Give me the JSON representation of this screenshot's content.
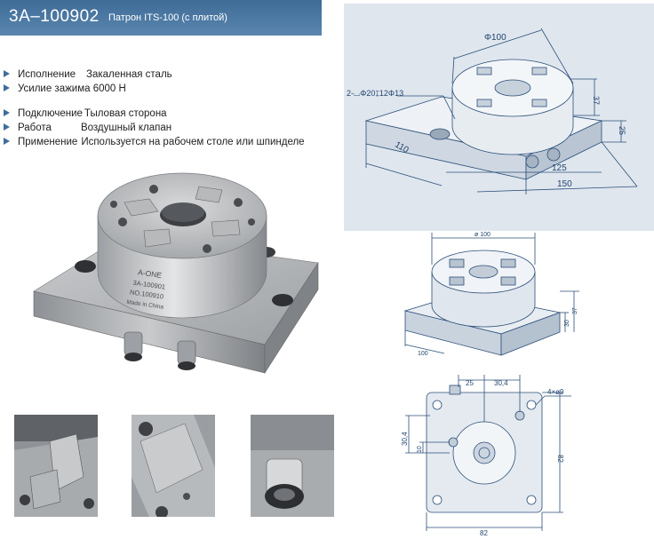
{
  "header": {
    "code": "3A–100902",
    "title": "Патрон ITS-100 (с плитой)"
  },
  "specs": [
    {
      "label": "Исполнение",
      "value": "Закаленная сталь"
    },
    {
      "label": "Усилие зажима 6000 Н",
      "value": ""
    },
    {
      "label": "Подключение",
      "value": "Тыловая сторона"
    },
    {
      "label": "Работа",
      "value": "Воздушный клапан"
    },
    {
      "label": "Применение",
      "value": "Используется на рабочем столе или шпинделе"
    }
  ],
  "photo": {
    "brand": "A-ONE",
    "model": "3A-100901",
    "serial": "NO.100910",
    "origin": "Made in China"
  },
  "iso_drawing": {
    "dim_diameter": "Φ100",
    "dim_hole": "2-⌴Φ20↧12Φ13",
    "dim_height": "37",
    "dim_plate": "25",
    "dim_depth": "110",
    "dim_inner_width": "125",
    "dim_width": "150"
  },
  "persp_drawing": {
    "dim_diameter": "ø 100",
    "dim_h1": "37",
    "dim_h2": "30",
    "dim_w": "100"
  },
  "top_drawing": {
    "dim_25": "25",
    "dim_30_4_top": "30,4",
    "dim_holes": "4×ø9",
    "dim_30_4_side": "30,4",
    "dim_10": "10",
    "dim_82_right": "82",
    "dim_82_bottom": "82"
  },
  "colors": {
    "header_bg": "#4a79a5",
    "bullet": "#3f6d9a",
    "drawing_bg": "#dfe6ee",
    "drawing_line": "#2c4f79"
  }
}
